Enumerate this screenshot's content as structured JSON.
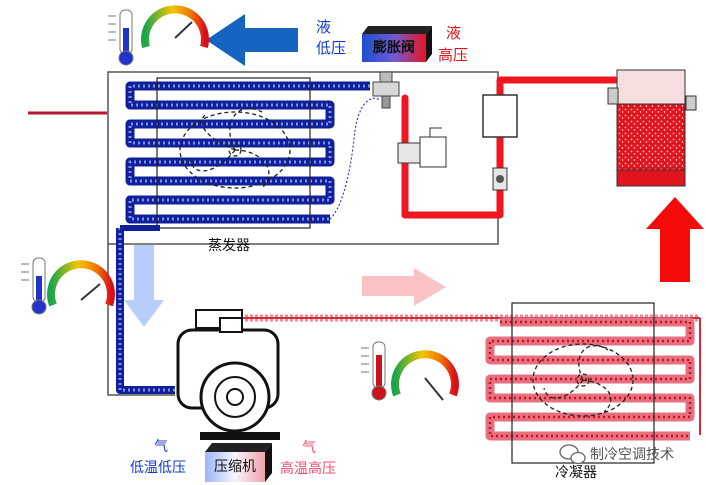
{
  "labels": {
    "expansion_valve": {
      "left_top": "液",
      "left_bottom": "低压",
      "center": "膨胀阀",
      "right_top": "液",
      "right_bottom": "高压"
    },
    "evaporator": "蒸发器",
    "compressor": {
      "left_top": "气",
      "left_bottom": "低温低压",
      "center": "压缩机",
      "right_top": "气",
      "right_bottom": "高温高压"
    },
    "condenser": "冷凝器",
    "watermark": "制冷空调技术"
  },
  "colors": {
    "low_pressure": "#1438c8",
    "high_pressure": "#e0101c",
    "frame": "#333333",
    "arrow_blue": "#1565c0",
    "arrow_light_blue": "#b9cdfa",
    "arrow_pink": "#f9c3c3",
    "arrow_red": "#f50a0a"
  },
  "icons": [
    "thermometer-cold-icon",
    "gauge-icon",
    "thermometer-hot-icon",
    "fan-icon",
    "filter-drier-icon",
    "solenoid-valve-icon",
    "sight-glass-icon",
    "compressor-icon",
    "receiver-tank-icon",
    "wechat-icon"
  ]
}
